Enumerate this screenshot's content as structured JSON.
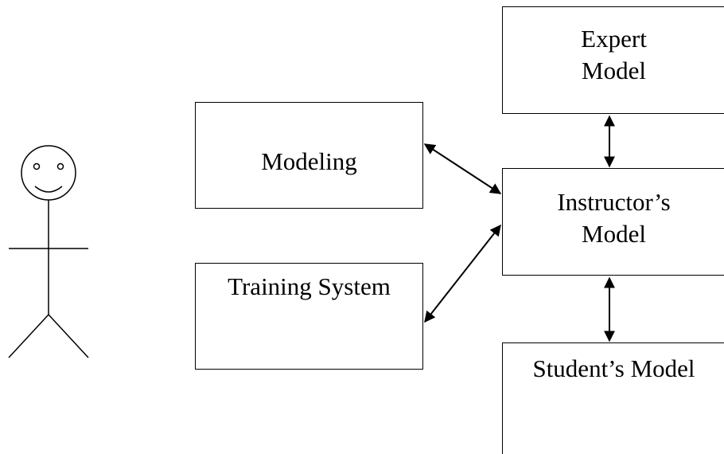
{
  "boxes": {
    "expert": {
      "line1": "Expert",
      "line2": "Model"
    },
    "modeling": {
      "label": "Modeling"
    },
    "instructor": {
      "line1": "Instructor’s",
      "line2": "Model"
    },
    "training": {
      "label": "Training System"
    },
    "student": {
      "label": "Student’s Model"
    }
  },
  "icons": {
    "user": "stick-figure-smiley-icon"
  },
  "colors": {
    "stroke": "#000000",
    "background": "#ffffff"
  }
}
